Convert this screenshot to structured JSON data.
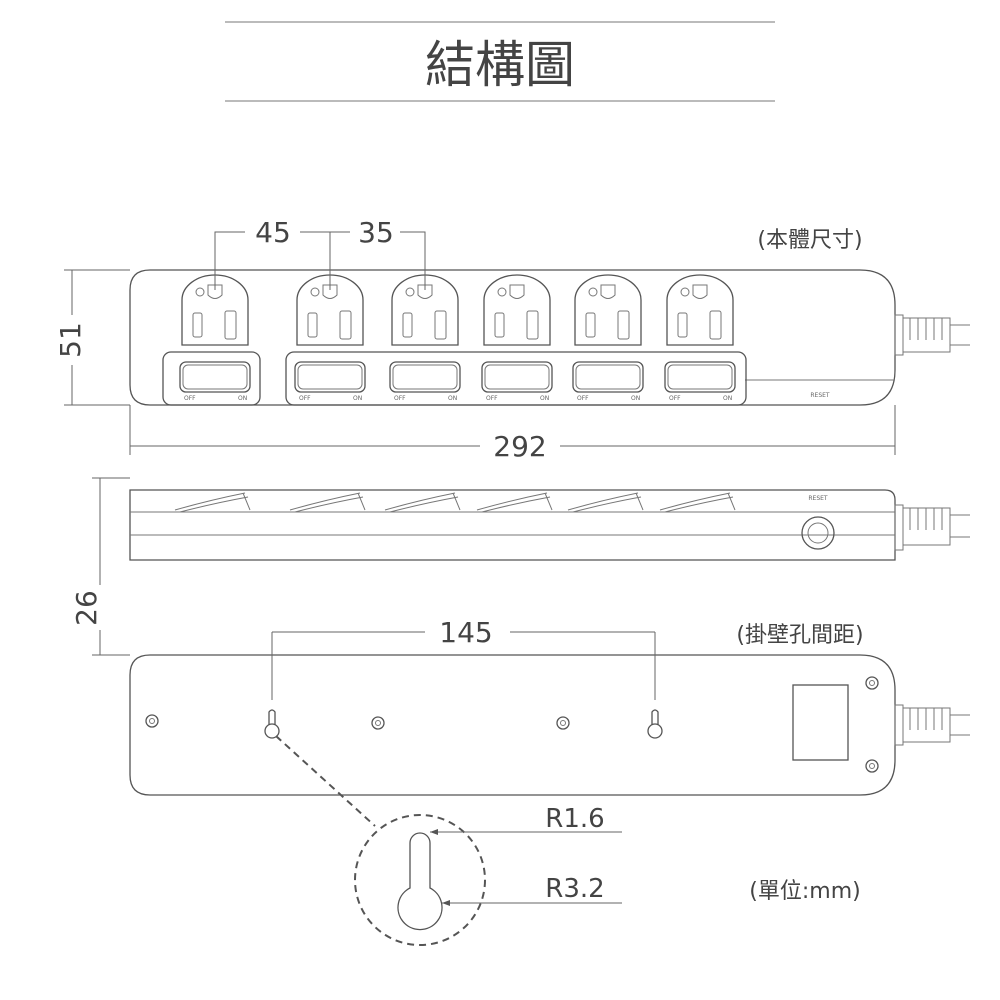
{
  "title": "結構圖",
  "top_view": {
    "caption": "(本體尺寸)",
    "dim_outlet_first": "45",
    "dim_outlet_pitch": "35",
    "dim_height": "51",
    "dim_length": "292",
    "switch_labels": [
      {
        "off": "OFF",
        "on": "ON"
      },
      {
        "off": "OFF",
        "on": "ON"
      },
      {
        "off": "OFF",
        "on": "ON"
      },
      {
        "off": "OFF",
        "on": "ON"
      },
      {
        "off": "OFF",
        "on": "ON"
      },
      {
        "off": "OFF",
        "on": "ON"
      }
    ],
    "reset_label": "RESET"
  },
  "side_view": {
    "reset_label": "RESET",
    "dim_thickness": "26"
  },
  "bottom_view": {
    "caption": "(掛壁孔間距)",
    "dim_hole_spacing": "145",
    "radius_small": "R1.6",
    "radius_large": "R3.2",
    "unit_note": "(單位:mm)"
  },
  "colors": {
    "line": "#555555",
    "text": "#444444"
  }
}
